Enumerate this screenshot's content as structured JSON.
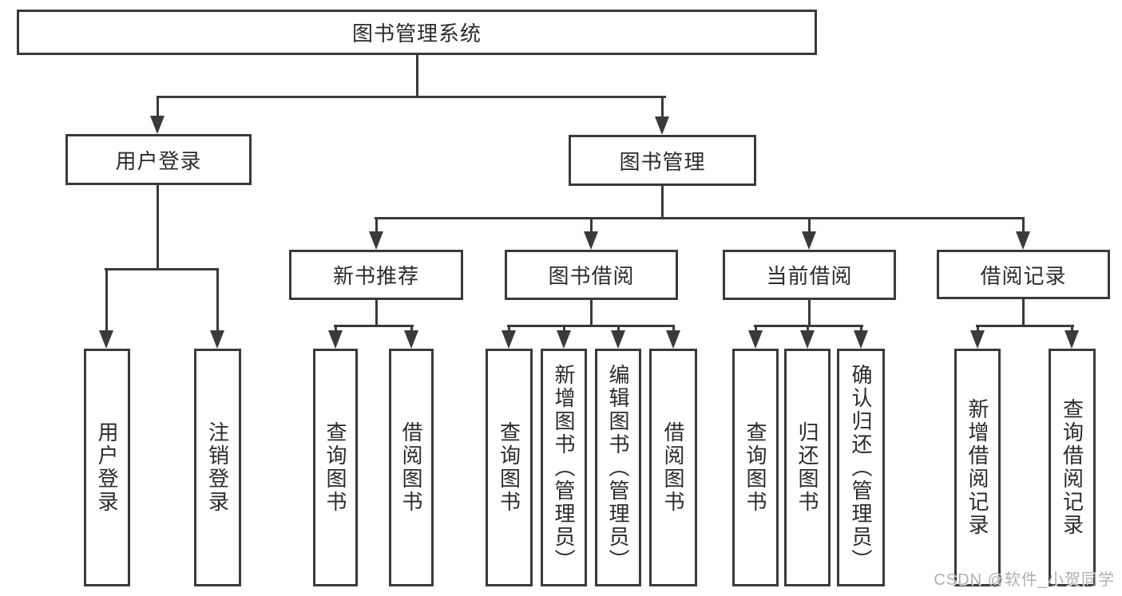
{
  "diagram": {
    "type": "tree",
    "root": {
      "label": "图书管理系统",
      "children": [
        {
          "label": "用户登录",
          "children": [
            {
              "label": "用户登录"
            },
            {
              "label": "注销登录"
            }
          ]
        },
        {
          "label": "图书管理",
          "children": [
            {
              "label": "新书推荐",
              "children": [
                {
                  "label": "查询图书"
                },
                {
                  "label": "借阅图书"
                }
              ]
            },
            {
              "label": "图书借阅",
              "children": [
                {
                  "label": "查询图书"
                },
                {
                  "label": "新增图书（管理员）"
                },
                {
                  "label": "编辑图书（管理员）"
                },
                {
                  "label": "借阅图书"
                }
              ]
            },
            {
              "label": "当前借阅",
              "children": [
                {
                  "label": "查询图书"
                },
                {
                  "label": "归还图书"
                },
                {
                  "label": "确认归还（管理员）"
                }
              ]
            },
            {
              "label": "借阅记录",
              "children": [
                {
                  "label": "新增借阅记录"
                },
                {
                  "label": "查询借阅记录"
                }
              ]
            }
          ]
        }
      ]
    },
    "colors": {
      "stroke": "#3a3a3a",
      "text": "#2b2b2b",
      "background": "#ffffff",
      "watermark": "#b0b0b0"
    }
  },
  "watermark": {
    "text": "CSDN @软件_小贺同学"
  }
}
